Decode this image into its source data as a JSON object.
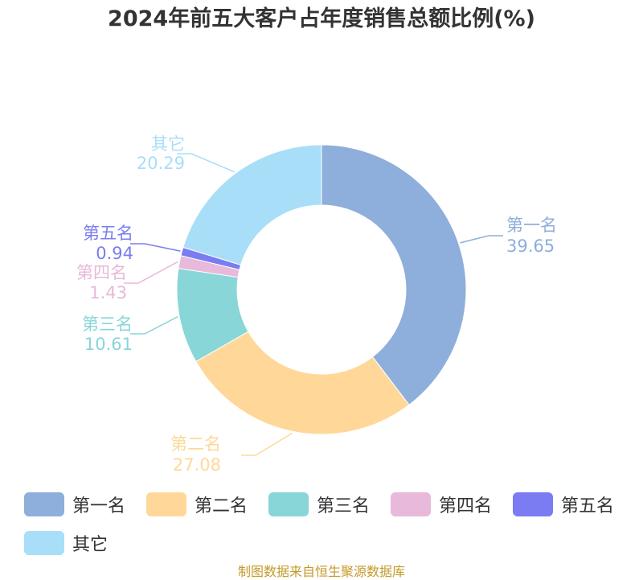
{
  "title": "2024年前五大客户占年度销售总额比例(%)",
  "source": "制图数据来自恒生聚源数据库",
  "chart_data": {
    "type": "pie",
    "variant": "donut",
    "title": "2024年前五大客户占年度销售总额比例(%)",
    "slices": [
      {
        "name": "第一名",
        "value": 39.65,
        "label": "39.65",
        "color": "#8eaedb"
      },
      {
        "name": "第二名",
        "value": 27.08,
        "label": "27.08",
        "color": "#ffd899"
      },
      {
        "name": "第三名",
        "value": 10.61,
        "label": "10.61",
        "color": "#88d6d8"
      },
      {
        "name": "第四名",
        "value": 1.43,
        "label": "1.43",
        "color": "#e8b9da"
      },
      {
        "name": "第五名",
        "value": 0.94,
        "label": "0.94",
        "color": "#7b7cf2"
      },
      {
        "name": "其它",
        "value": 20.29,
        "label": "20.29",
        "color": "#a8def8"
      }
    ],
    "legend_position": "bottom"
  }
}
